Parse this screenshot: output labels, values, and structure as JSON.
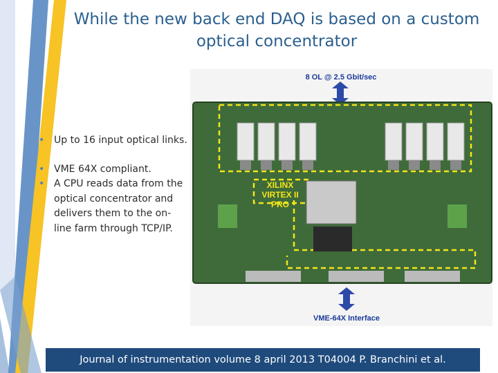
{
  "slide": {
    "title_line1": "While the new back end DAQ is based on a custom",
    "title_line2": "optical concentrator",
    "bullets": [
      {
        "marker": "•",
        "text": "Up to 16 input optical links."
      },
      {
        "marker": "•",
        "text": "VME 64X compliant."
      },
      {
        "marker": "•",
        "text": "A CPU reads data from the optical concentrator and delivers them to the on-line farm through TCP/IP."
      }
    ],
    "footer": "Journal of instrumentation volume 8 april 2013 T04004   P. Branchini et al."
  },
  "photo": {
    "top_label": "8 OL @ 2.5 Gbit/sec",
    "chip_label_1": "XILINX",
    "chip_label_2": "VIRTEX II",
    "chip_label_3": "PRO",
    "bottom_label": "VME-64X Interface"
  },
  "colors": {
    "title": "#2b5f8e",
    "accent_blue": "#4f81bd",
    "accent_yellow": "#f7c325",
    "footer_bg": "#1f4a7c",
    "board_green": "#3f6b3a",
    "dashed_outline": "#f5e61a"
  }
}
